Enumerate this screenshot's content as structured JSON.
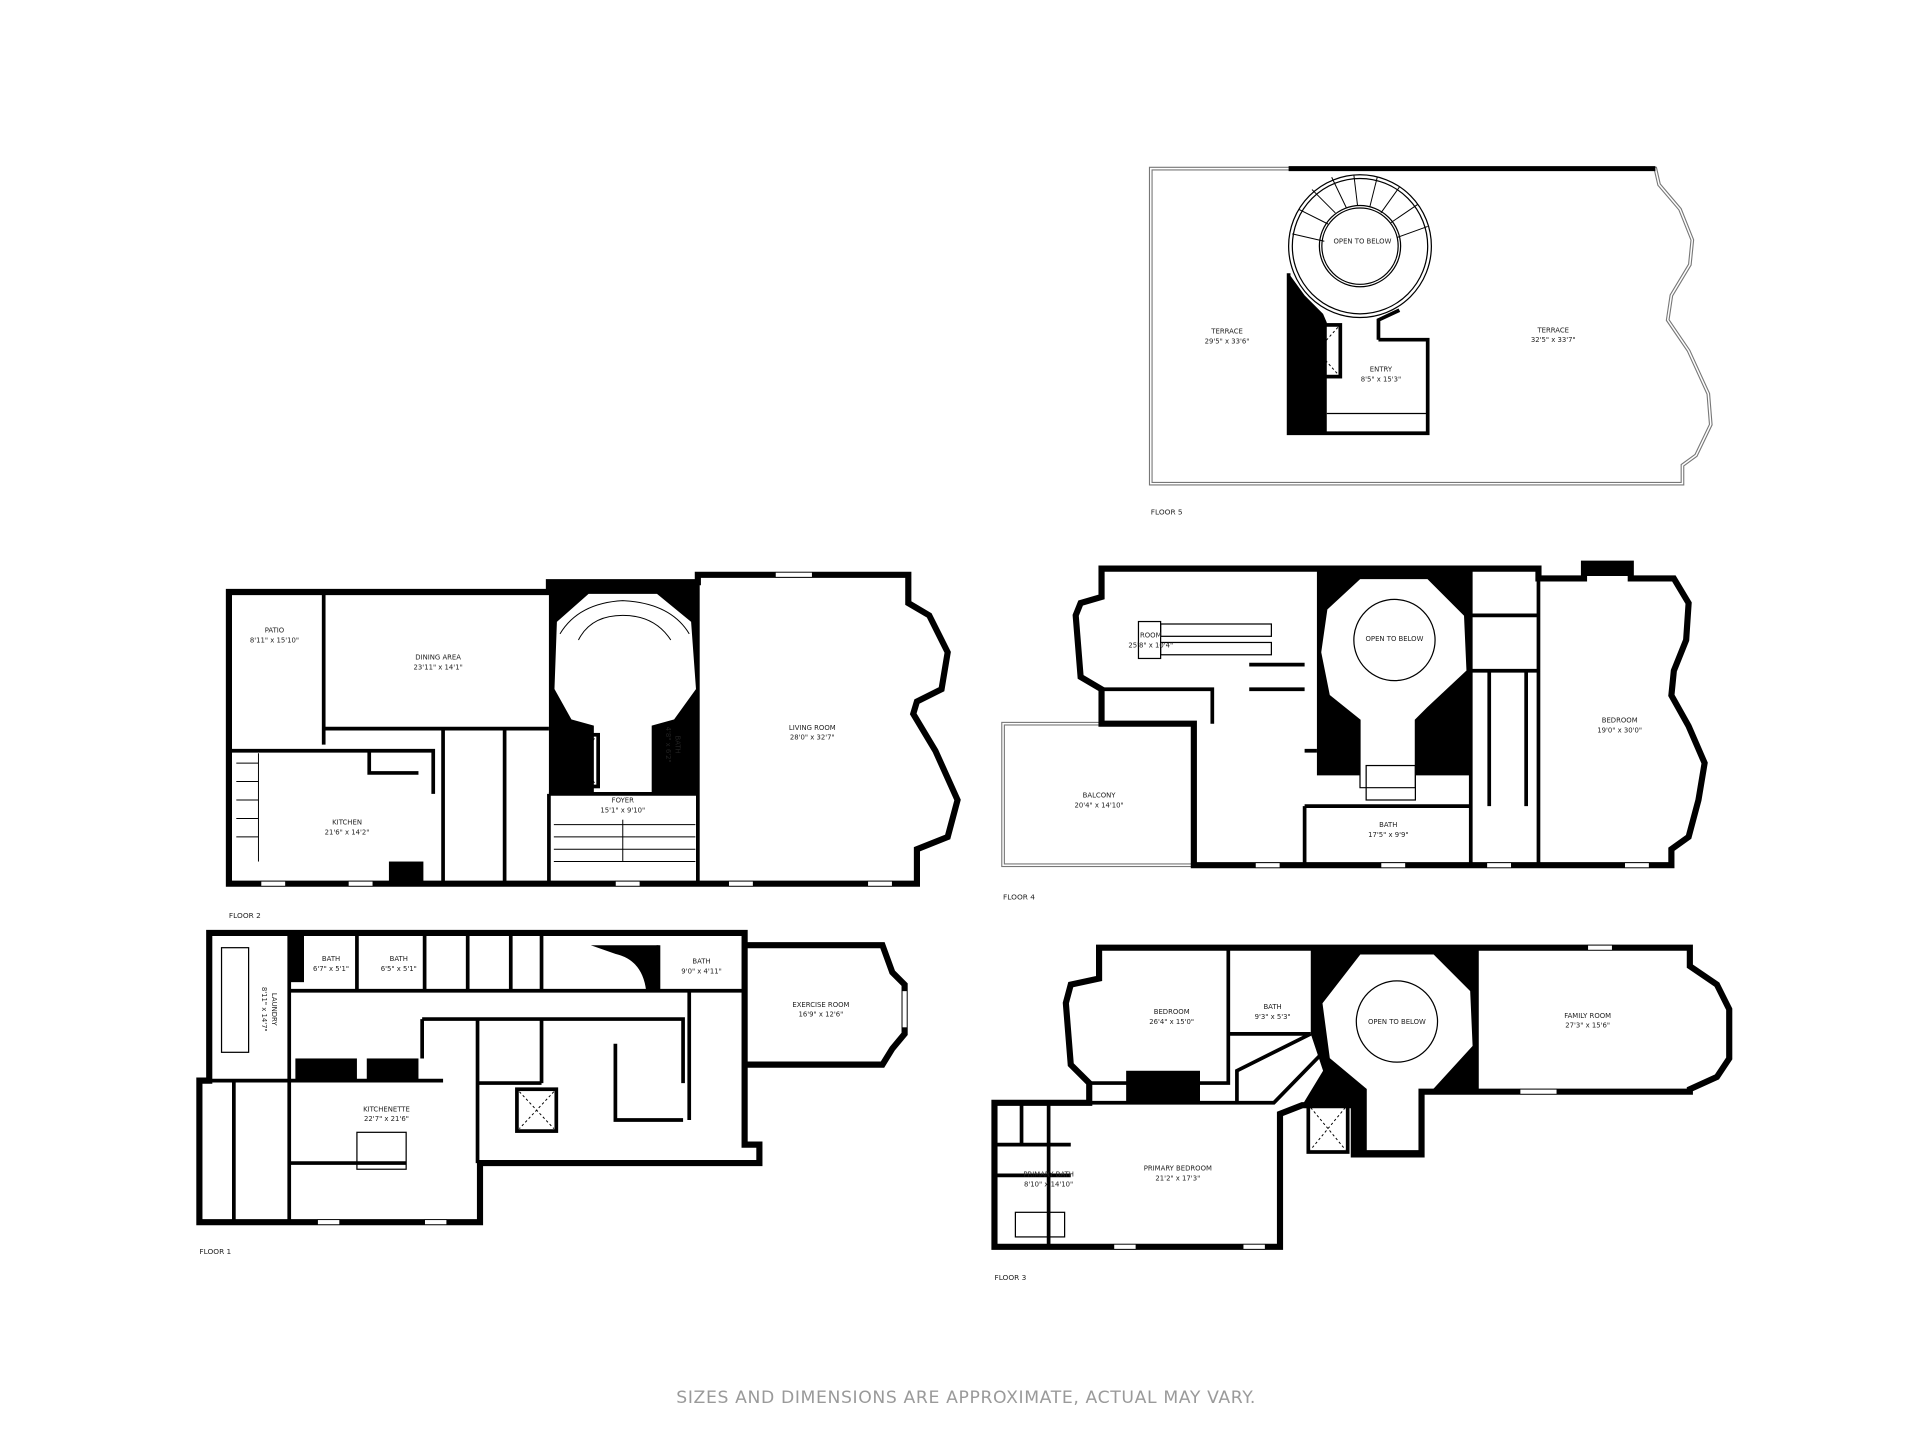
{
  "floors": {
    "floor5": {
      "label": "FLOOR 5",
      "rooms": [
        {
          "name": "TERRACE",
          "dims": "29'5\" x 33'6\""
        },
        {
          "name": "OPEN TO BELOW",
          "dims": ""
        },
        {
          "name": "ENTRY",
          "dims": "8'5\" x 15'3\""
        },
        {
          "name": "TERRACE",
          "dims": "32'5\" x 33'7\""
        }
      ]
    },
    "floor2": {
      "label": "FLOOR 2",
      "rooms": [
        {
          "name": "PATIO",
          "dims": "8'11\" x 15'10\""
        },
        {
          "name": "DINING AREA",
          "dims": "23'11\" x 14'1\""
        },
        {
          "name": "KITCHEN",
          "dims": "21'6\" x 14'2\""
        },
        {
          "name": "FOYER",
          "dims": "15'1\" x 9'10\""
        },
        {
          "name": "BATH",
          "dims": "4'8\" x 6'2\""
        },
        {
          "name": "LIVING ROOM",
          "dims": "28'0\" x 32'7\""
        }
      ]
    },
    "floor4": {
      "label": "FLOOR 4",
      "rooms": [
        {
          "name": "ROOM",
          "dims": "25'8\" x 10'4\""
        },
        {
          "name": "BALCONY",
          "dims": "20'4\" x 14'10\""
        },
        {
          "name": "OPEN TO BELOW",
          "dims": ""
        },
        {
          "name": "BATH",
          "dims": "17'5\" x 9'9\""
        },
        {
          "name": "BEDROOM",
          "dims": "19'0\" x 30'0\""
        }
      ]
    },
    "floor1": {
      "label": "FLOOR 1",
      "rooms": [
        {
          "name": "LAUNDRY",
          "dims": "8'11\" x 14'7\""
        },
        {
          "name": "BATH",
          "dims": "6'7\" x 5'1\""
        },
        {
          "name": "BATH",
          "dims": "6'5\" x 5'1\""
        },
        {
          "name": "BATH",
          "dims": "9'0\" x 4'11\""
        },
        {
          "name": "EXERCISE ROOM",
          "dims": "16'9\" x 12'6\""
        },
        {
          "name": "KITCHENETTE",
          "dims": "22'7\" x 21'6\""
        }
      ]
    },
    "floor3": {
      "label": "FLOOR 3",
      "rooms": [
        {
          "name": "BEDROOM",
          "dims": "26'4\" x 15'0\""
        },
        {
          "name": "BATH",
          "dims": "9'3\" x 5'3\""
        },
        {
          "name": "OPEN TO BELOW",
          "dims": ""
        },
        {
          "name": "FAMILY ROOM",
          "dims": "27'3\" x 15'6\""
        },
        {
          "name": "PRIMARY BEDROOM",
          "dims": "21'2\" x 17'3\""
        },
        {
          "name": "PRIMARY BATH",
          "dims": "8'10\" x 14'10\""
        }
      ]
    }
  },
  "footer": "SIZES AND DIMENSIONS ARE APPROXIMATE, ACTUAL MAY VARY.",
  "colors": {
    "walls": "#000000",
    "background": "#ffffff",
    "footer_text": "#9a9a9a"
  }
}
